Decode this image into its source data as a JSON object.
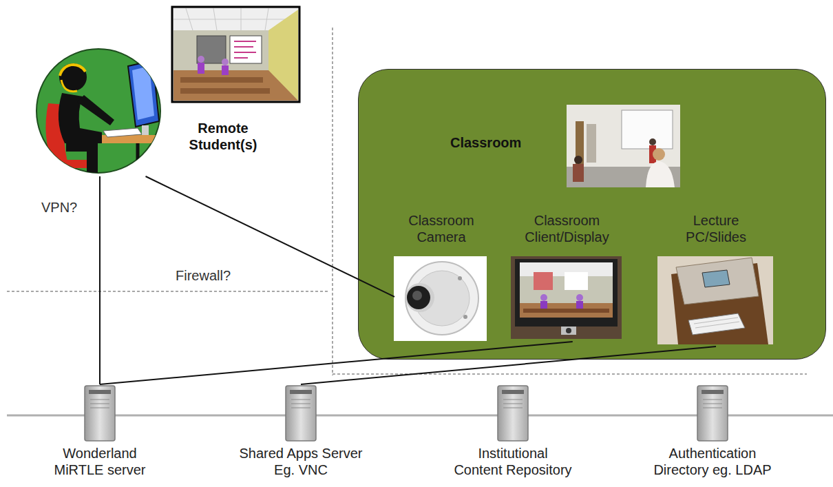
{
  "diagram": {
    "nodes": [
      {
        "text": [
          "Remote Student(s)"
        ]
      },
      {
        "text": [
          "Classroom"
        ]
      },
      {
        "text": [
          "Classroom Camera"
        ],
        "in": 1
      },
      {
        "text": [
          "Classroom Client/Display"
        ],
        "in": 1
      },
      {
        "text": [
          "Lecture PC/Slides"
        ],
        "in": 1
      },
      {
        "text": [
          "Wonderland MiRTLE server"
        ]
      },
      {
        "text": [
          "Shared Apps Server Eg. VNC"
        ]
      },
      {
        "text": [
          "Institutional Content Repository"
        ]
      },
      {
        "text": [
          "Authentication Directory eg. LDAP"
        ]
      }
    ],
    "edges": [
      {
        "from": 0,
        "to": 2,
        "arrow": "none"
      },
      {
        "from": 0,
        "to": 5,
        "arrow": "none"
      },
      {
        "from": 5,
        "to": 3,
        "arrow": "none"
      },
      {
        "from": 6,
        "to": 4,
        "arrow": "none"
      }
    ],
    "labels": [
      "VPN?",
      "Firewall?"
    ]
  }
}
